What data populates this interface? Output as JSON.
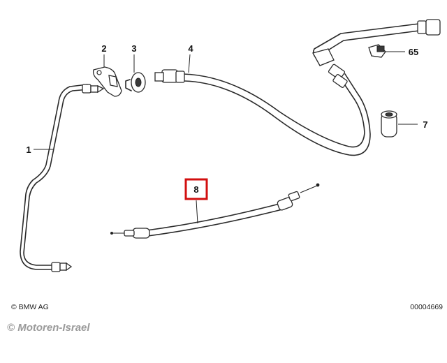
{
  "diagram": {
    "callouts": [
      {
        "id": "c1",
        "label": "1"
      },
      {
        "id": "c2",
        "label": "2"
      },
      {
        "id": "c3",
        "label": "3"
      },
      {
        "id": "c4",
        "label": "4"
      },
      {
        "id": "c65",
        "label": "65"
      },
      {
        "id": "c7",
        "label": "7"
      },
      {
        "id": "c8",
        "label": "8",
        "highlighted": true
      }
    ],
    "highlight_color": "#d20f0f",
    "copyright": "© BMW AG",
    "drawing_number": "00004669",
    "watermark": "© Motoren-Israel"
  }
}
